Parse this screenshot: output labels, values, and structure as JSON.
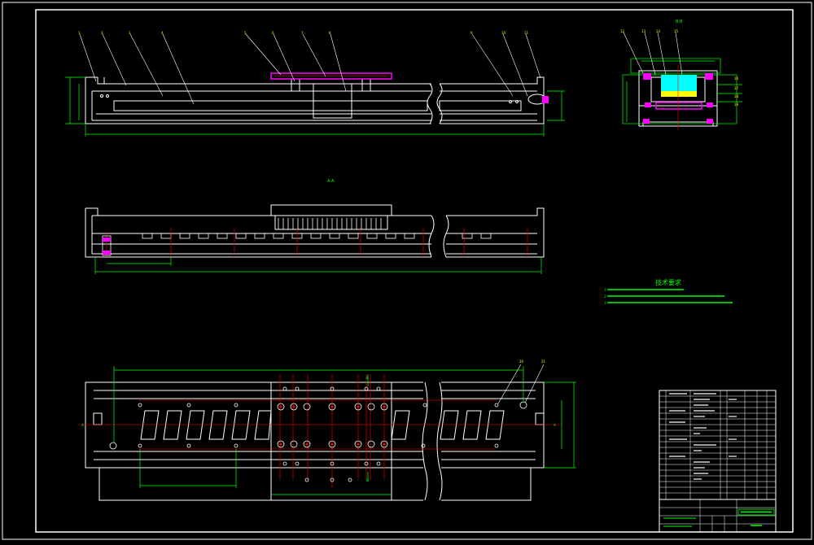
{
  "drawing": {
    "background": "#000000",
    "colors": {
      "outline": "#ffffff",
      "dimension": "#00ff00",
      "centerline": "#ff0000",
      "hidden": "#ffff00",
      "cyan": "#00ffff",
      "part_fill": "#ff00ff",
      "fastener": "#ff0000"
    },
    "views": {
      "front_view_label": "",
      "section_view_label": "A-A",
      "side_view_label": "B-B",
      "top_view_label": ""
    },
    "balloons": {
      "front": [
        "1",
        "2",
        "3",
        "4",
        "5",
        "6",
        "7",
        "8",
        "9",
        "10",
        "11"
      ],
      "side": [
        "12",
        "13",
        "14",
        "15",
        "16",
        "17",
        "18",
        "19"
      ],
      "top": [
        "20",
        "21"
      ]
    },
    "dimensions": {
      "front_overall": "",
      "front_height": "",
      "section_overall": "",
      "section_pitch": "",
      "top_overall": "",
      "top_pitch": "",
      "top_carriage": "",
      "top_width": ""
    },
    "tech_requirements": {
      "title": "技术要求",
      "lines": [
        "1.",
        "2.",
        "3."
      ]
    },
    "title_block": {
      "drawing_name": "",
      "drawing_no": ""
    },
    "icons": [
      "balloon-icon",
      "section-arrow-icon",
      "break-line-icon"
    ]
  }
}
